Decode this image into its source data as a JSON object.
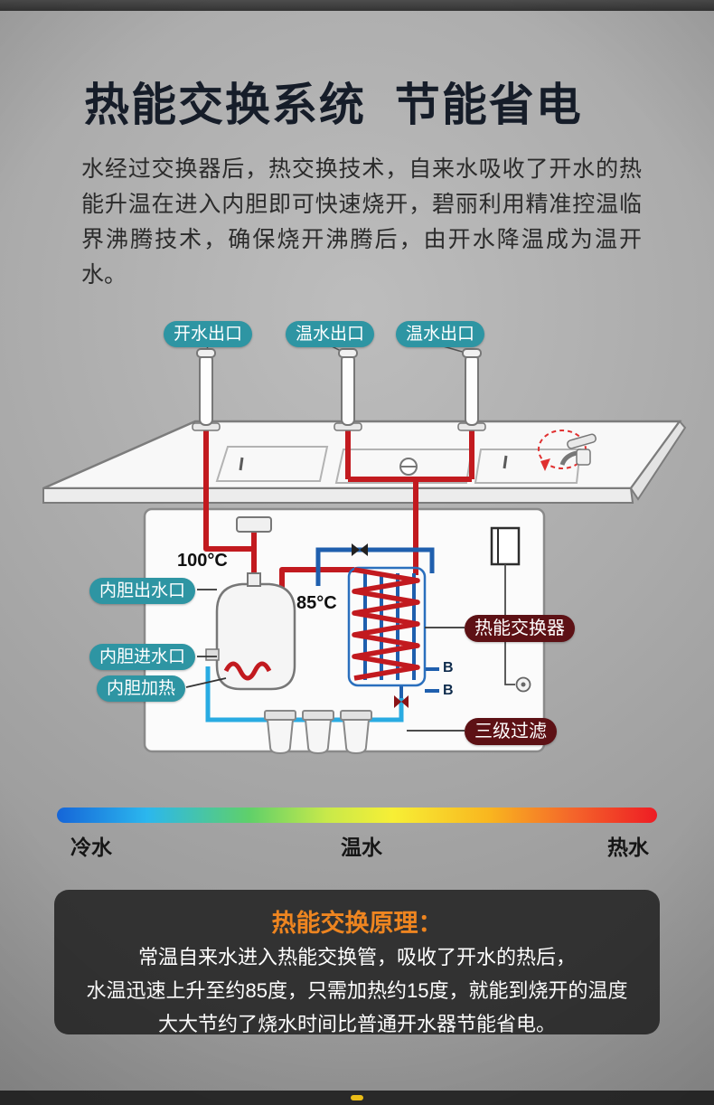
{
  "theme": {
    "label_teal": "#2e95a3",
    "label_maroon": "#5d1115",
    "accent_orange": "#ee8520",
    "pipe_hot_red": "#c21a1f",
    "pipe_cold_blue": "#1f5fae",
    "pipe_inlet_cyan": "#29abe2"
  },
  "header": {
    "title": "热能交换系统  节能省电",
    "intro": "水经过交换器后，热交换技术，自来水吸收了开水的热能升温在进入内胆即可快速烧开，碧丽利用精准控温临界沸腾技术，确保烧开沸腾后，由开水降温成为温开水。"
  },
  "diagram": {
    "outlets": [
      {
        "label": "开水出口"
      },
      {
        "label": "温水出口"
      },
      {
        "label": "温水出口"
      }
    ],
    "temps": {
      "boiler": "100°C",
      "exchanged": "85°C"
    },
    "left_labels": [
      {
        "label": "内胆出水口"
      },
      {
        "label": "内胆进水口"
      },
      {
        "label": "内胆加热"
      }
    ],
    "right_labels": [
      {
        "label": "热能交换器"
      },
      {
        "label": "三级过滤"
      }
    ],
    "port_marks": [
      {
        "label": "B"
      },
      {
        "label": "B"
      }
    ]
  },
  "legend": {
    "cold": "冷水",
    "warm": "温水",
    "hot": "热水"
  },
  "principle": {
    "title": "热能交换原理：",
    "lines": [
      "常温自来水进入热能交换管，吸收了开水的热后，",
      "水温迅速上升至约85度，只需加热约15度，就能到烧开的温度",
      "大大节约了烧水时间比普通开水器节能省电。"
    ]
  }
}
